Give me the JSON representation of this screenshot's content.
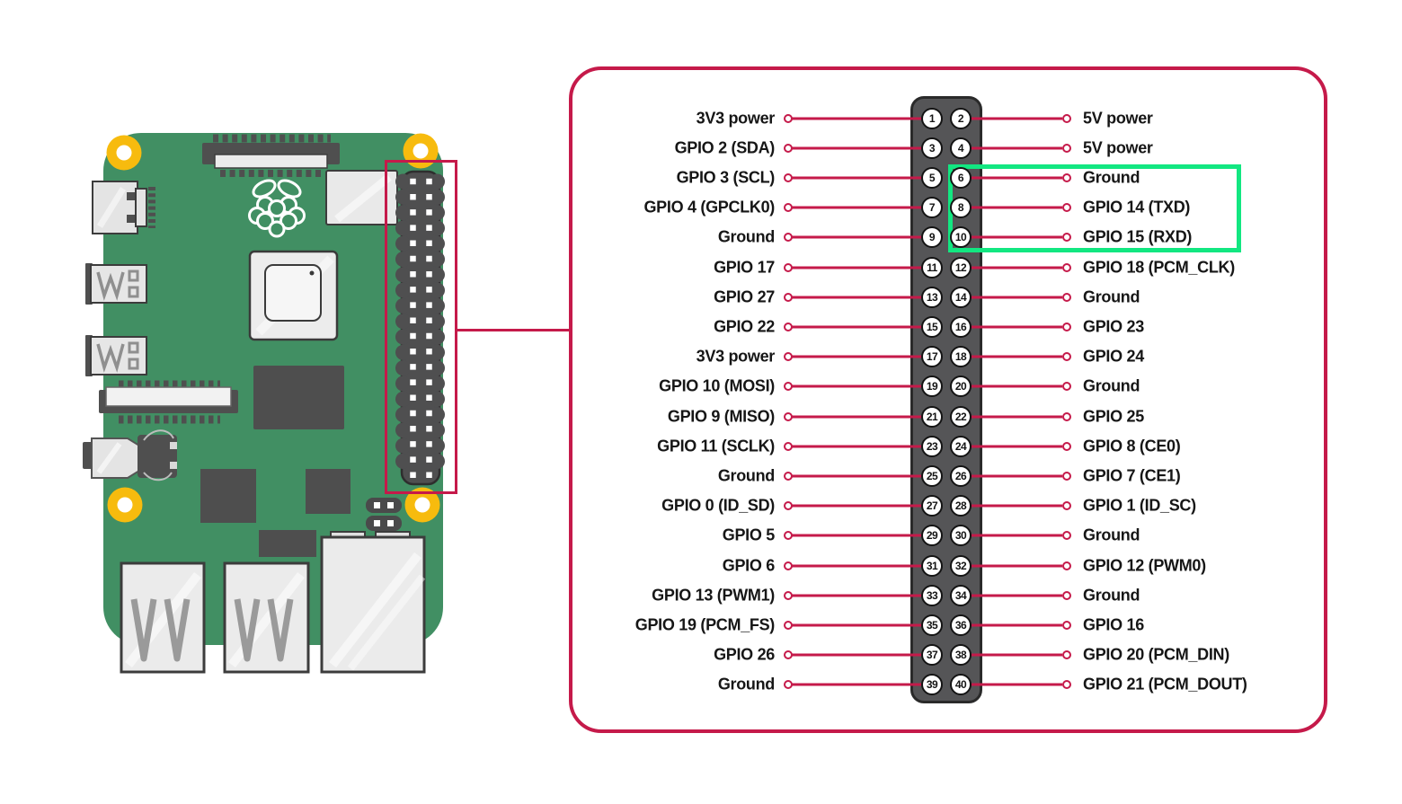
{
  "palette": {
    "accent": "#c51a4a",
    "highlight_green": "#12e781",
    "board_green": "#418f63",
    "header_gray": "#555557",
    "mount_hole_yellow": "#f7bb0e"
  },
  "board": {
    "parts": [
      "display-connector",
      "raspberry-pi-logo",
      "memory-chip",
      "soc-chip",
      "hdmi-port",
      "usb-power-port",
      "usb-power-port-2",
      "usb-controller-chip",
      "camera-connector",
      "audio-jack",
      "gpio-header",
      "jumper-pins",
      "usb-stack-port",
      "usb-stack-port-2",
      "ethernet-port",
      "mounting-holes"
    ]
  },
  "pinout": {
    "rows": [
      {
        "left": "3V3 power",
        "odd": "1",
        "even": "2",
        "right": "5V power"
      },
      {
        "left": "GPIO 2 (SDA)",
        "odd": "3",
        "even": "4",
        "right": "5V power"
      },
      {
        "left": "GPIO 3 (SCL)",
        "odd": "5",
        "even": "6",
        "right": "Ground"
      },
      {
        "left": "GPIO 4 (GPCLK0)",
        "odd": "7",
        "even": "8",
        "right": "GPIO 14 (TXD)"
      },
      {
        "left": "Ground",
        "odd": "9",
        "even": "10",
        "right": "GPIO 15 (RXD)"
      },
      {
        "left": "GPIO 17",
        "odd": "11",
        "even": "12",
        "right": "GPIO 18 (PCM_CLK)"
      },
      {
        "left": "GPIO 27",
        "odd": "13",
        "even": "14",
        "right": "Ground"
      },
      {
        "left": "GPIO 22",
        "odd": "15",
        "even": "16",
        "right": "GPIO 23"
      },
      {
        "left": "3V3 power",
        "odd": "17",
        "even": "18",
        "right": "GPIO 24"
      },
      {
        "left": "GPIO 10 (MOSI)",
        "odd": "19",
        "even": "20",
        "right": "Ground"
      },
      {
        "left": "GPIO 9 (MISO)",
        "odd": "21",
        "even": "22",
        "right": "GPIO 25"
      },
      {
        "left": "GPIO 11 (SCLK)",
        "odd": "23",
        "even": "24",
        "right": "GPIO 8 (CE0)"
      },
      {
        "left": "Ground",
        "odd": "25",
        "even": "26",
        "right": "GPIO 7 (CE1)"
      },
      {
        "left": "GPIO 0 (ID_SD)",
        "odd": "27",
        "even": "28",
        "right": "GPIO 1 (ID_SC)"
      },
      {
        "left": "GPIO 5",
        "odd": "29",
        "even": "30",
        "right": "Ground"
      },
      {
        "left": "GPIO 6",
        "odd": "31",
        "even": "32",
        "right": "GPIO 12 (PWM0)"
      },
      {
        "left": "GPIO 13 (PWM1)",
        "odd": "33",
        "even": "34",
        "right": "Ground"
      },
      {
        "left": "GPIO 19 (PCM_FS)",
        "odd": "35",
        "even": "36",
        "right": "GPIO 16"
      },
      {
        "left": "GPIO 26",
        "odd": "37",
        "even": "38",
        "right": "GPIO 20 (PCM_DIN)"
      },
      {
        "left": "Ground",
        "odd": "39",
        "even": "40",
        "right": "GPIO 21 (PCM_DOUT)"
      }
    ],
    "highlight": {
      "pins": [
        "6",
        "8",
        "10"
      ],
      "labels": [
        "Ground",
        "GPIO 14 (TXD)",
        "GPIO 15 (RXD)"
      ]
    }
  }
}
